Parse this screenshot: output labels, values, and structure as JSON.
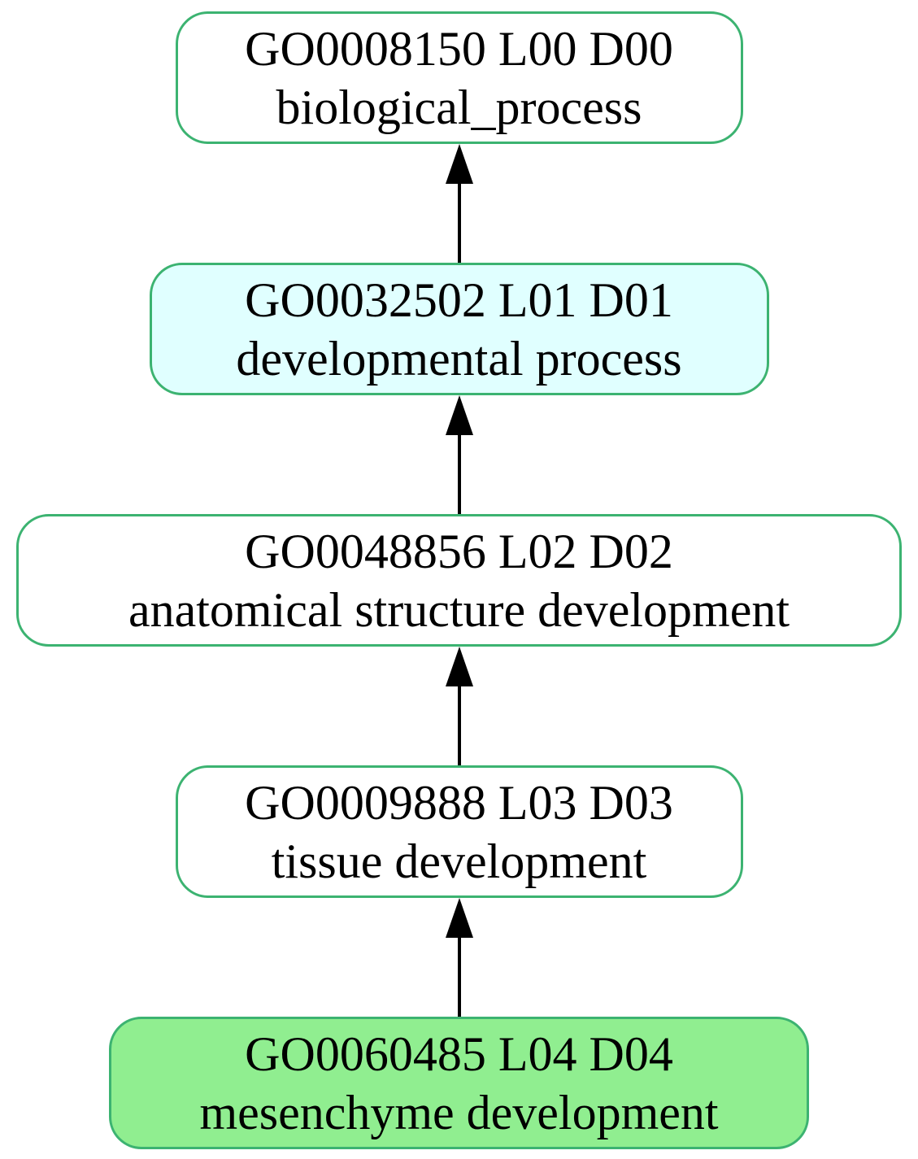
{
  "diagram": {
    "type": "go-term-ancestor-graph",
    "background_color": "#ffffff",
    "node_border_color": "#3cb371",
    "edge_color": "#000000",
    "nodes": [
      {
        "id": "GO0008150",
        "line1": "GO0008150 L00 D00",
        "line2": "biological_process",
        "fill": "#ffffff"
      },
      {
        "id": "GO0032502",
        "line1": "GO0032502 L01 D01",
        "line2": "developmental process",
        "fill": "#e0ffff"
      },
      {
        "id": "GO0048856",
        "line1": "GO0048856 L02 D02",
        "line2": "anatomical structure development",
        "fill": "#ffffff"
      },
      {
        "id": "GO0009888",
        "line1": "GO0009888 L03 D03",
        "line2": "tissue development",
        "fill": "#ffffff"
      },
      {
        "id": "GO0060485",
        "line1": "GO0060485 L04 D04",
        "line2": "mesenchyme development",
        "fill": "#90ee90"
      }
    ],
    "edges": [
      {
        "from": "GO0032502",
        "to": "GO0008150",
        "direction": "up"
      },
      {
        "from": "GO0048856",
        "to": "GO0032502",
        "direction": "up"
      },
      {
        "from": "GO0009888",
        "to": "GO0048856",
        "direction": "up"
      },
      {
        "from": "GO0060485",
        "to": "GO0009888",
        "direction": "up"
      }
    ]
  }
}
